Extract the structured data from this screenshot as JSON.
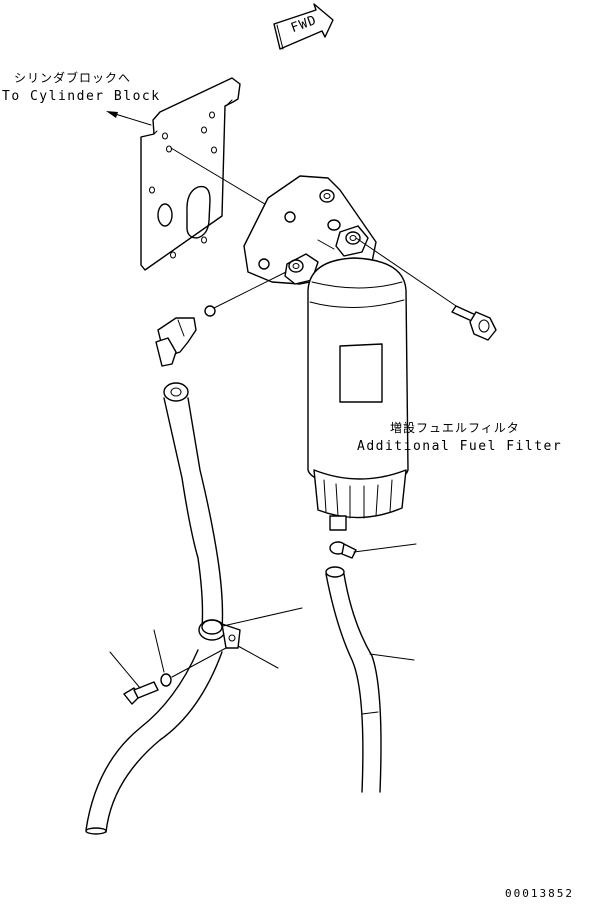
{
  "labels": {
    "fwd": "FWD",
    "cylinder_block_jp": "シリンダブロックへ",
    "cylinder_block_en": "To Cylinder Block",
    "fuel_filter_jp": "増設フュエルフィルタ",
    "fuel_filter_en": "Additional Fuel Filter",
    "doc_number": "00013852"
  },
  "parts": [
    {
      "name": "mounting-bracket"
    },
    {
      "name": "filter-head"
    },
    {
      "name": "fuel-filter-cartridge"
    },
    {
      "name": "elbow-fitting"
    },
    {
      "name": "o-ring"
    },
    {
      "name": "mounting-bolt"
    },
    {
      "name": "fuel-hose"
    },
    {
      "name": "hose-clamp"
    },
    {
      "name": "drain-hose"
    }
  ]
}
